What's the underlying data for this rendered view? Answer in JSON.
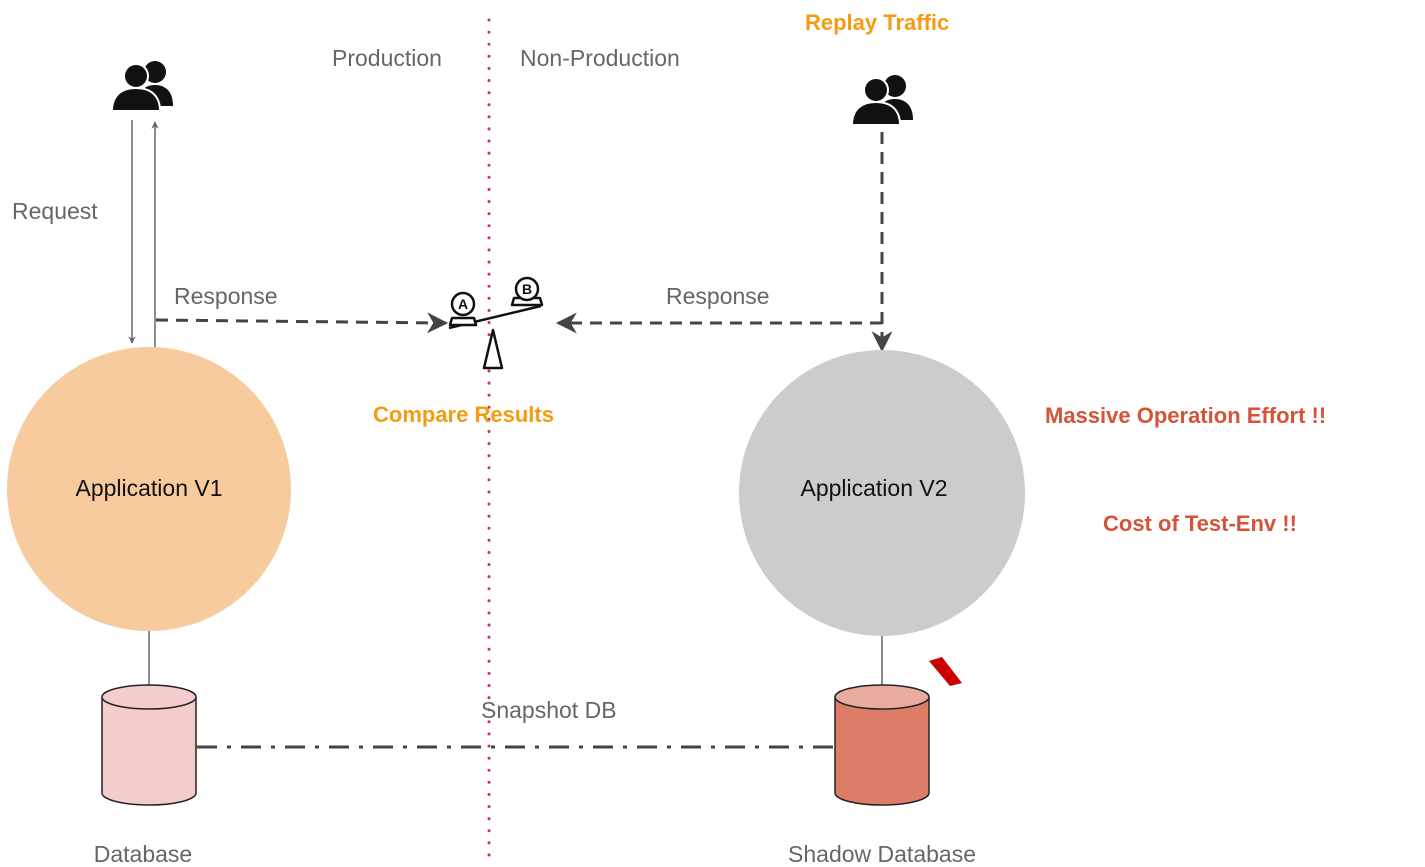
{
  "zones": {
    "left": "Production",
    "right": "Non-Production"
  },
  "replay_label": "Replay Traffic",
  "request_label": "Request",
  "response_left": "Response",
  "response_right": "Response",
  "compare_label": "Compare Results",
  "app_v1": "Application V1",
  "app_v2": "Application V2",
  "snapshot_label": "Snapshot DB",
  "db_label": "Database",
  "shadow_db_label": "Shadow Database",
  "callouts": [
    "Massive Operation Effort !!",
    "Cost of Test-Env !!"
  ],
  "scale_marks": {
    "a": "A",
    "b": "B"
  },
  "colors": {
    "app_v1_fill": "#f8cb9e",
    "app_v2_fill": "#cccccc",
    "db_fill": "#f4cccc",
    "shadow_db_fill": "#dd7d68",
    "shadow_db_top": "#e8ab9d",
    "divider": "#cc3366",
    "accent_orange": "#f39c12",
    "accent_red": "#d35438",
    "line": "#555555"
  },
  "icons": [
    "users-icon",
    "balance-scale-icon"
  ]
}
